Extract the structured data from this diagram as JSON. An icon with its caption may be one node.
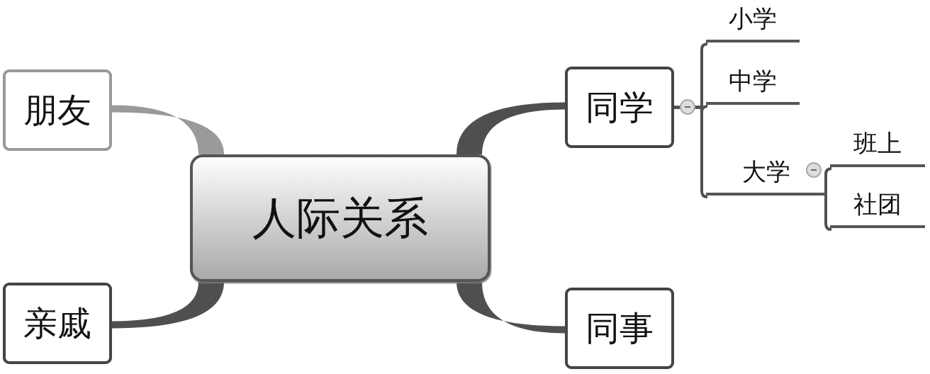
{
  "diagram": {
    "nodes": [
      {
        "text": [
          "人际关系"
        ]
      },
      {
        "text": [
          "朋友"
        ]
      },
      {
        "text": [
          "亲戚"
        ]
      },
      {
        "text": [
          "同学"
        ]
      },
      {
        "text": [
          "同事"
        ]
      },
      {
        "text": [
          "小学"
        ]
      },
      {
        "text": [
          "中学"
        ]
      },
      {
        "text": [
          "大学"
        ]
      },
      {
        "text": [
          "班上"
        ]
      },
      {
        "text": [
          "社团"
        ]
      }
    ],
    "edges": [
      {
        "from": 0,
        "to": 1,
        "arrow": "none",
        "style": "thick",
        "color": "#9a9a9a"
      },
      {
        "from": 0,
        "to": 2,
        "arrow": "none",
        "style": "thick"
      },
      {
        "from": 0,
        "to": 3,
        "arrow": "none",
        "style": "thick"
      },
      {
        "from": 0,
        "to": 4,
        "arrow": "none",
        "style": "thick"
      },
      {
        "from": 3,
        "to": 5,
        "arrow": "none"
      },
      {
        "from": 3,
        "to": 6,
        "arrow": "none"
      },
      {
        "from": 3,
        "to": 7,
        "arrow": "none"
      },
      {
        "from": 7,
        "to": 8,
        "arrow": "none"
      },
      {
        "from": 7,
        "to": 9,
        "arrow": "none"
      }
    ]
  }
}
